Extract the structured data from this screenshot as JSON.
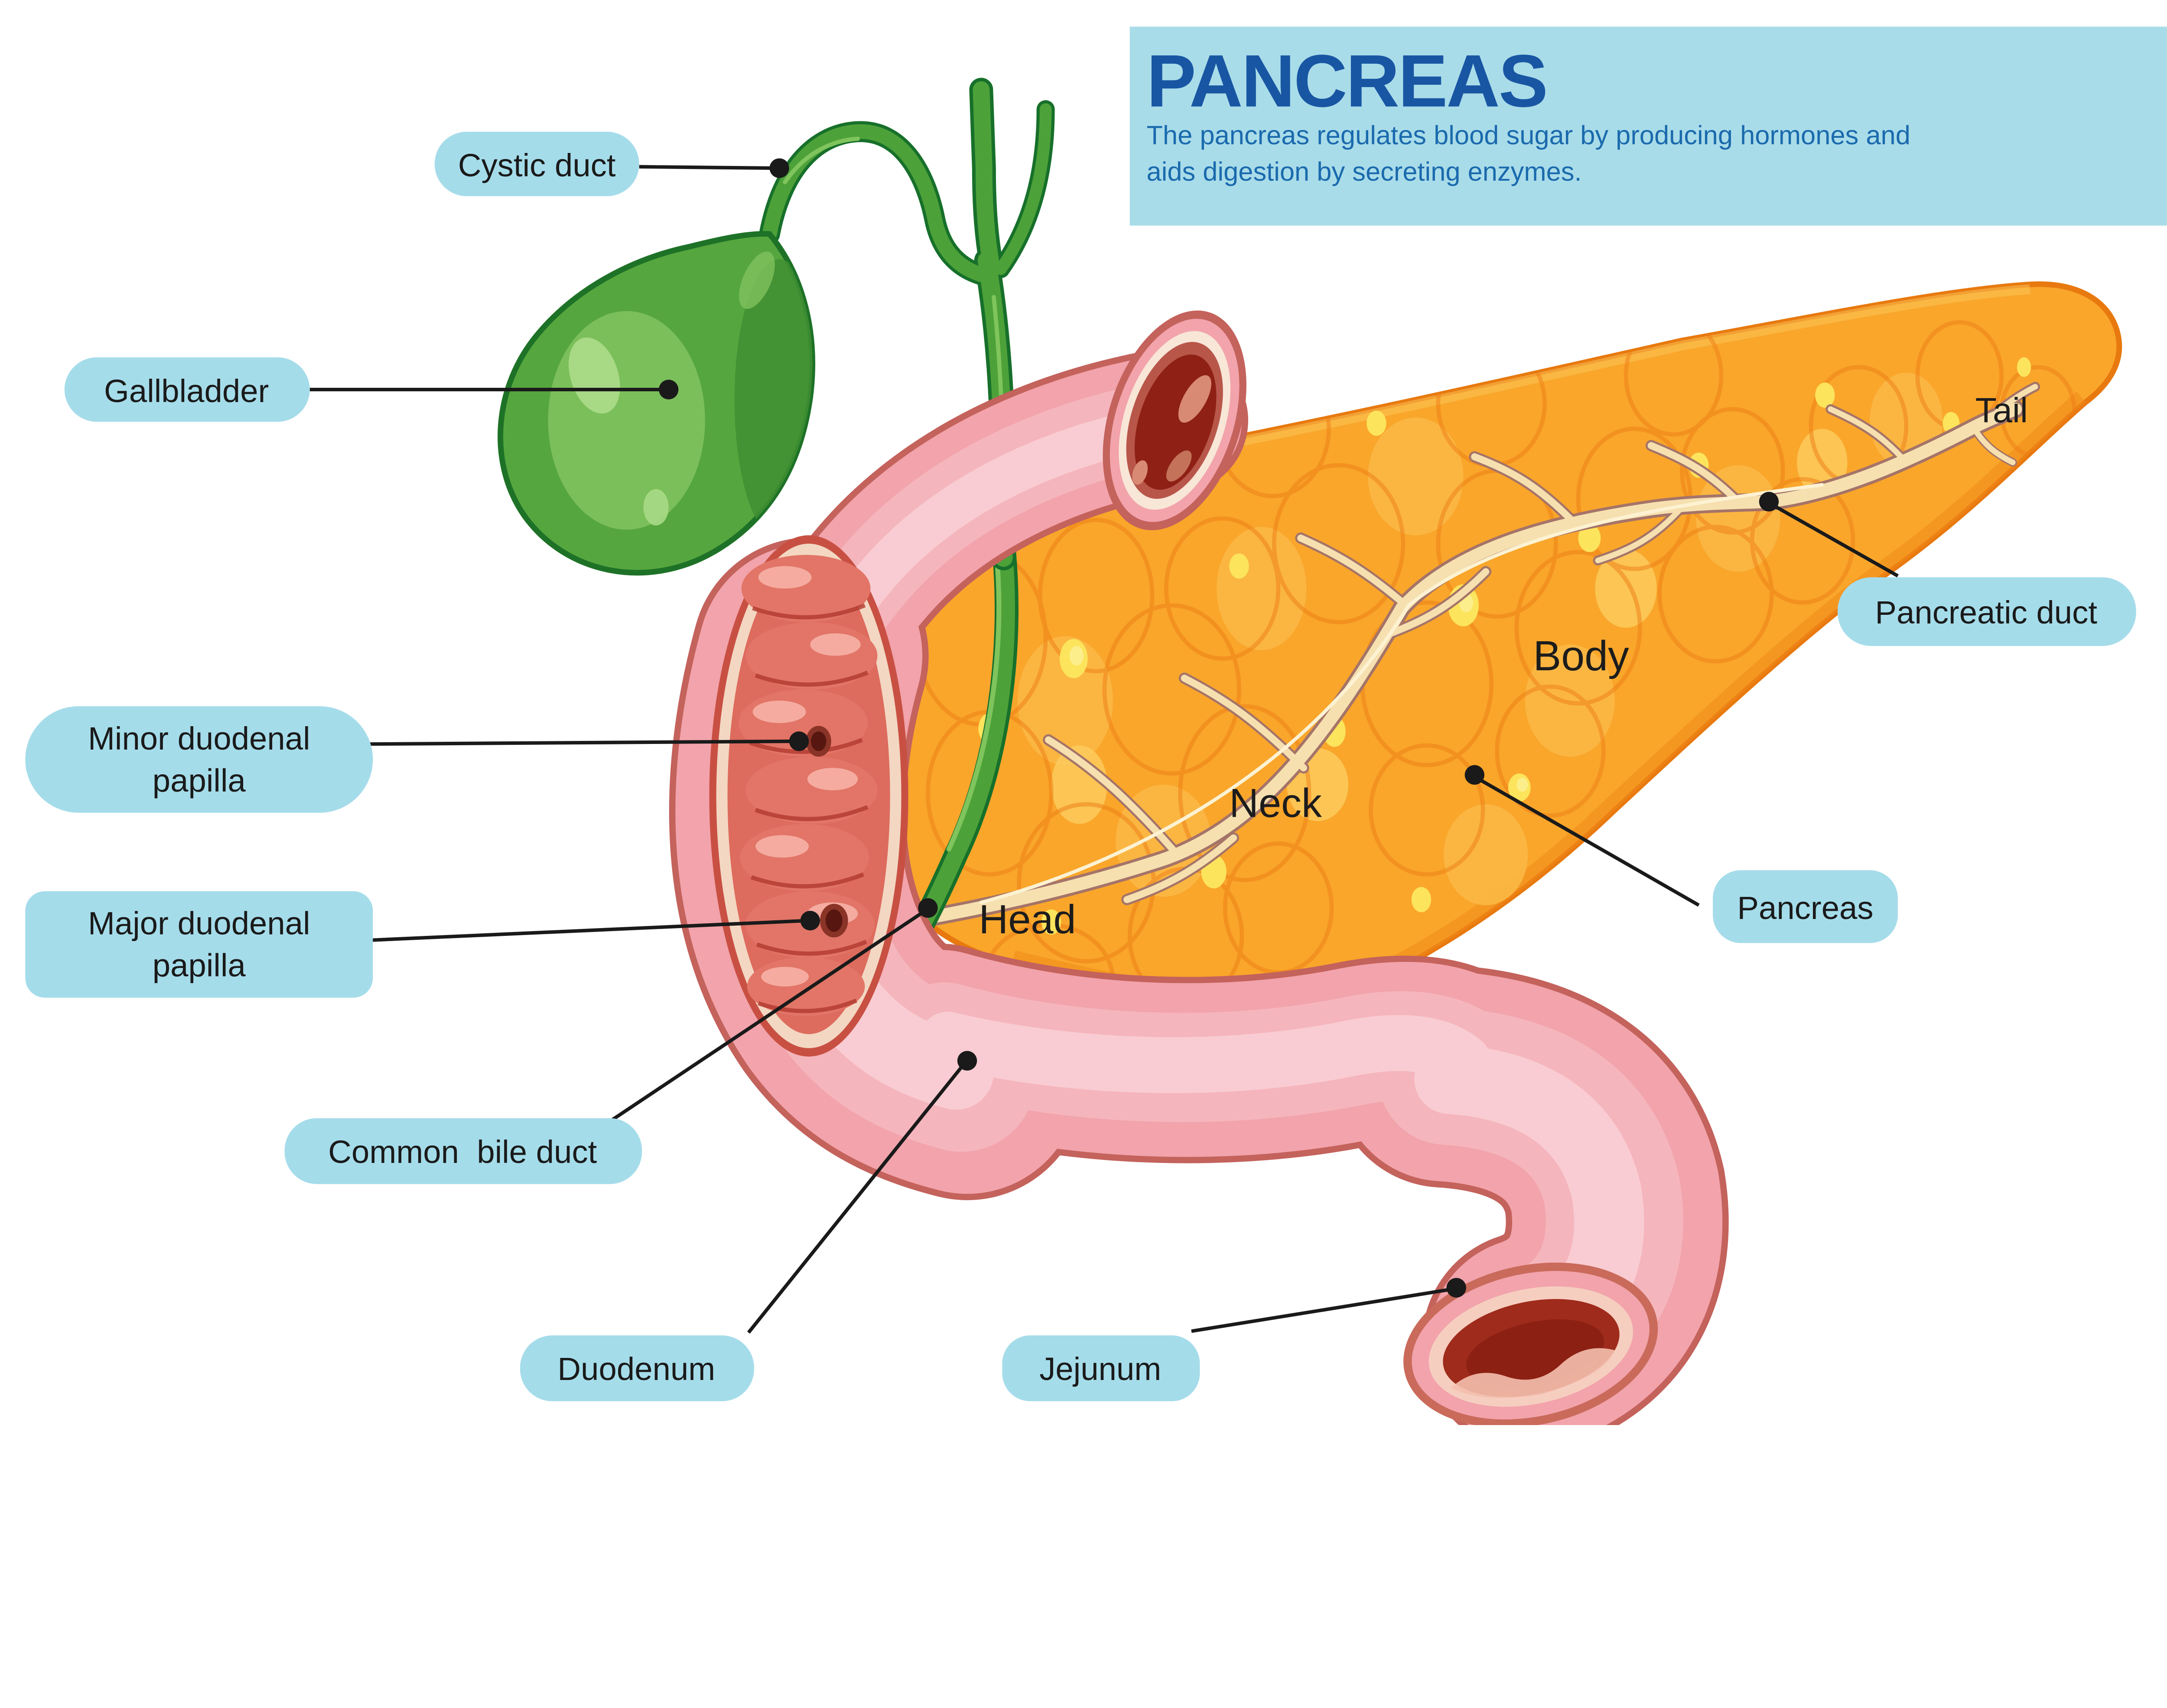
{
  "header": {
    "title": "PANCREAS",
    "description_line1": "The pancreas regulates blood sugar by producing hormones and",
    "description_line2": "aids digestion by secreting enzymes."
  },
  "labels": {
    "cystic_duct": "Cystic duct",
    "gallbladder": "Gallbladder",
    "minor_duodenal_papilla_line1": "Minor duodenal",
    "minor_duodenal_papilla_line2": "papilla",
    "major_duodenal_papilla_line1": "Major duodenal",
    "major_duodenal_papilla_line2": "papilla",
    "common_bile_duct": "Common  bile duct",
    "duodenum": "Duodenum",
    "jejunum": "Jejunum",
    "pancreatic_duct": "Pancreatic duct",
    "pancreas": "Pancreas"
  },
  "annotations": {
    "tail": "Tail",
    "body": "Body",
    "neck": "Neck",
    "head": "Head"
  },
  "colors": {
    "title_text": "#1856A3",
    "description_text": "#1A6AAD",
    "panel_bg": "#A9DCE9",
    "label_bg": "#A5DCEA",
    "label_text": "#1A1A1A",
    "pancreas_orange": "#F9A62B",
    "pancreas_outline": "#E8790F",
    "pancreas_lobule": "#EE7D15",
    "duct_cream": "#F6E0B0",
    "duct_cream_outline": "#A57468",
    "bile_duct_green": "#4DA139",
    "bile_duct_outline": "#17702A",
    "gallbladder_green": "#56A63F",
    "duodenum_pink": "#F2A3AB",
    "duodenum_outline": "#C4625C",
    "duodenum_band1": "#F5B5BC",
    "duodenum_band2": "#F8CCD2",
    "lumen_dark_red": "#8E2015",
    "window_red": "#DD6B5E",
    "leader_line": "#1A1A1A"
  }
}
